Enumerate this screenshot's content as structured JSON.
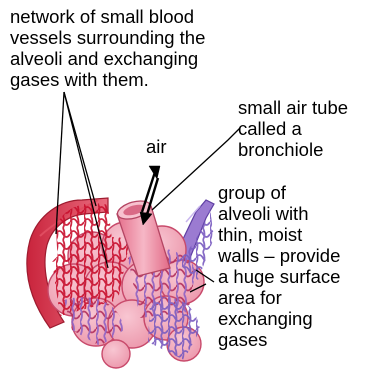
{
  "labels": {
    "network": "network of small blood\nvessels surrounding the\nalveoli and exchanging\ngases with them.",
    "bronchiole": "small air tube\ncalled a\nbronchiole",
    "air": "air",
    "alveoli": "group of\nalveoli with\nthin, moist\nwalls – provide\na huge surface\narea for\nexchanging\ngases"
  },
  "colors": {
    "artery": "#d8374b",
    "vein": "#8a6fc3",
    "alveolus_fill": "#f3a9b9",
    "alveolus_edge": "#c84a6b",
    "tube_fill": "#ef8fa5"
  }
}
